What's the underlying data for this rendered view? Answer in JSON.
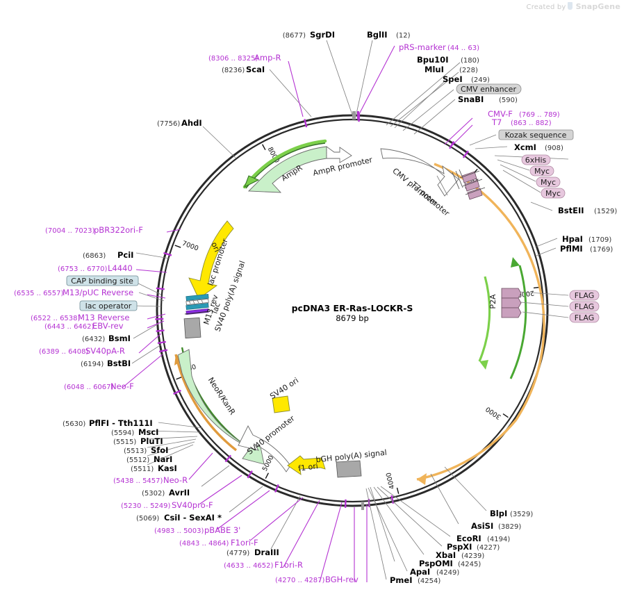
{
  "watermark": {
    "created_by": "Created by",
    "brand": "SnapGene"
  },
  "plasmid": {
    "name": "pcDNA3 ER-Ras-LOCKR-S",
    "length": "8679 bp"
  },
  "ruler_ticks": [
    "1000",
    "2000",
    "3000",
    "4000",
    "5000",
    "6000",
    "7000",
    "8000"
  ],
  "features": [
    {
      "name": "AmpR",
      "color": "#c9f0c9"
    },
    {
      "name": "AmpR promoter",
      "color": "#ffffff"
    },
    {
      "name": "CMV promoter",
      "color": "#ffffff"
    },
    {
      "name": "T7 promoter",
      "color": "#ffffff"
    },
    {
      "name": "P2A",
      "color": "#c9a0bd"
    },
    {
      "name": "ori",
      "color": "#ffe800"
    },
    {
      "name": "lac promoter",
      "color": "#ffffff"
    },
    {
      "name": "lac",
      "color": "#2a9ab5"
    },
    {
      "name": "M13 rev",
      "color": "#8a2be2"
    },
    {
      "name": "SV40 poly(A) signal",
      "color": "#a8a8a8"
    },
    {
      "name": "NeoR/KanR",
      "color": "#c9f0c9"
    },
    {
      "name": "SV40 ori",
      "color": "#ffe800"
    },
    {
      "name": "SV40 promoter",
      "color": "#ffffff"
    },
    {
      "name": "f1 ori",
      "color": "#ffe800"
    },
    {
      "name": "bGH poly(A) signal",
      "color": "#a8a8a8"
    }
  ],
  "tags": [
    {
      "label": "CMV enhancer",
      "style": "grey"
    },
    {
      "label": "Kozak sequence",
      "style": "grey"
    },
    {
      "label": "6xHis",
      "style": "pink"
    },
    {
      "label": "Myc",
      "style": "pink"
    },
    {
      "label": "Myc",
      "style": "pink"
    },
    {
      "label": "Myc",
      "style": "pink"
    },
    {
      "label": "FLAG",
      "style": "pink"
    },
    {
      "label": "FLAG",
      "style": "pink"
    },
    {
      "label": "FLAG",
      "style": "pink"
    },
    {
      "label": "CAP binding site",
      "style": "cyan"
    },
    {
      "label": "lac operator",
      "style": "cyan"
    }
  ],
  "enzymes_top": [
    {
      "pos": "(8677)",
      "name": "SgrDI"
    },
    {
      "pos": "(12)",
      "name": "BglII"
    },
    {
      "pos": "(180)",
      "name": "Bpu10I"
    },
    {
      "pos": "(228)",
      "name": "MluI"
    },
    {
      "pos": "(249)",
      "name": "SpeI"
    },
    {
      "pos": "(590)",
      "name": "SnaBI"
    },
    {
      "pos": "(908)",
      "name": "XcmI"
    }
  ],
  "enzymes_right": [
    {
      "pos": "(1529)",
      "name": "BstEII"
    },
    {
      "pos": "(1709)",
      "name": "HpaI"
    },
    {
      "pos": "(1769)",
      "name": "PflMI"
    },
    {
      "pos": "(3529)",
      "name": "BlpI"
    },
    {
      "pos": "(3829)",
      "name": "AsiSI"
    },
    {
      "pos": "(4194)",
      "name": "EcoRI"
    },
    {
      "pos": "(4227)",
      "name": "PspXI"
    },
    {
      "pos": "(4239)",
      "name": "XbaI"
    },
    {
      "pos": "(4245)",
      "name": "PspOMI"
    },
    {
      "pos": "(4249)",
      "name": "ApaI"
    },
    {
      "pos": "(4254)",
      "name": "PmeI"
    }
  ],
  "enzymes_left": [
    {
      "pos": "(8236)",
      "name": "ScaI"
    },
    {
      "pos": "(7756)",
      "name": "AhdI"
    },
    {
      "pos": "(6863)",
      "name": "PciI"
    },
    {
      "pos": "(6432)",
      "name": "BsmI"
    },
    {
      "pos": "(6194)",
      "name": "BstBI"
    },
    {
      "pos": "(5630)",
      "name": "PflFI  - Tth111I"
    },
    {
      "pos": "(5594)",
      "name": "MscI"
    },
    {
      "pos": "(5515)",
      "name": "PluTI"
    },
    {
      "pos": "(5513)",
      "name": "SfoI"
    },
    {
      "pos": "(5512)",
      "name": "NarI"
    },
    {
      "pos": "(5511)",
      "name": "KasI"
    },
    {
      "pos": "(5302)",
      "name": "AvrII"
    },
    {
      "pos": "(5069)",
      "name": "CsiI  - SexAI *"
    },
    {
      "pos": "(4779)",
      "name": "DraIII"
    }
  ],
  "primers": [
    {
      "range": "(8306 .. 8325)",
      "name": "Amp-R"
    },
    {
      "range": "(44 .. 63)",
      "name": "pRS-marker"
    },
    {
      "range": "(769 .. 789)",
      "name": "CMV-F"
    },
    {
      "range": "(863 .. 882)",
      "name": "T7"
    },
    {
      "range": "(7004 .. 7023)",
      "name": "pBR322ori-F"
    },
    {
      "range": "(6753 .. 6770)",
      "name": "L4440"
    },
    {
      "range": "(6535 .. 6557)",
      "name": "M13/pUC Reverse"
    },
    {
      "range": "(6522 .. 6538)",
      "name": "M13 Reverse"
    },
    {
      "range": "(6443 .. 6462)",
      "name": "EBV-rev"
    },
    {
      "range": "(6389 .. 6408)",
      "name": "SV40pA-R"
    },
    {
      "range": "(6048 .. 6067)",
      "name": "Neo-F"
    },
    {
      "range": "(5438 .. 5457)",
      "name": "Neo-R"
    },
    {
      "range": "(5230 .. 5249)",
      "name": "SV40pro-F"
    },
    {
      "range": "(4983 .. 5003)",
      "name": "pBABE 3'"
    },
    {
      "range": "(4843 .. 4864)",
      "name": "F1ori-F"
    },
    {
      "range": "(4633 .. 4652)",
      "name": "F1ori-R"
    },
    {
      "range": "(4270 .. 4287)",
      "name": "BGH-rev"
    }
  ],
  "colors": {
    "primer": "#b432d2",
    "backbone": "#2a2a2a",
    "orange_arrow": "#f0b45a",
    "green_arrow": "#7cd04a",
    "yellow": "#ffe800",
    "green_fill": "#c9f0c9",
    "grey_fill": "#a8a8a8",
    "pink_fill": "#c9a0bd"
  }
}
